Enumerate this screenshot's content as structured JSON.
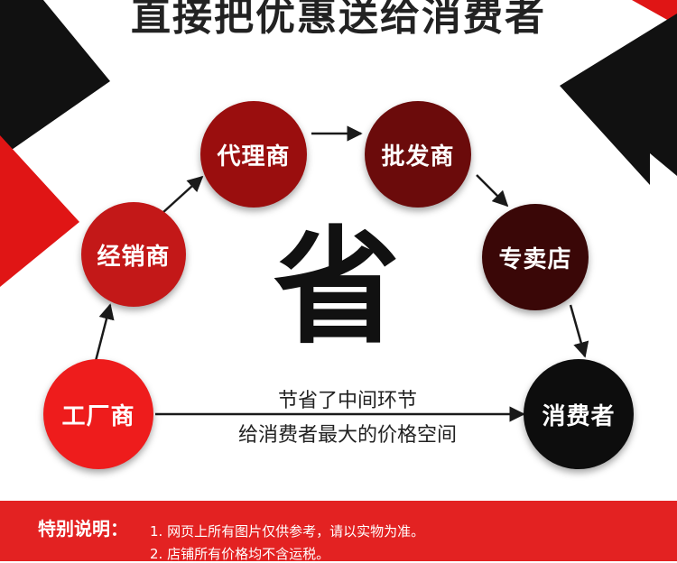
{
  "header": {
    "title": "直接把优惠送给消费者"
  },
  "center": {
    "character": "省"
  },
  "nodes": {
    "factory": "工厂商",
    "distributor": "经销商",
    "agent": "代理商",
    "wholesaler": "批发商",
    "store": "专卖店",
    "consumer": "消费者"
  },
  "direct_path": {
    "line1": "节省了中间环节",
    "line2": "给消费者最大的价格空间"
  },
  "footer": {
    "label": "特别说明：",
    "notes": [
      "1. 网页上所有图片仅供参考，请以实物为准。",
      "2. 店铺所有价格均不含运税。"
    ]
  },
  "colors": {
    "factory": "#ee1c1c",
    "distributor": "#c31818",
    "agent": "#9a0e0e",
    "wholesaler": "#6b0b0b",
    "store": "#3a0707",
    "consumer": "#0d0d0d",
    "accent": "#e32222"
  }
}
